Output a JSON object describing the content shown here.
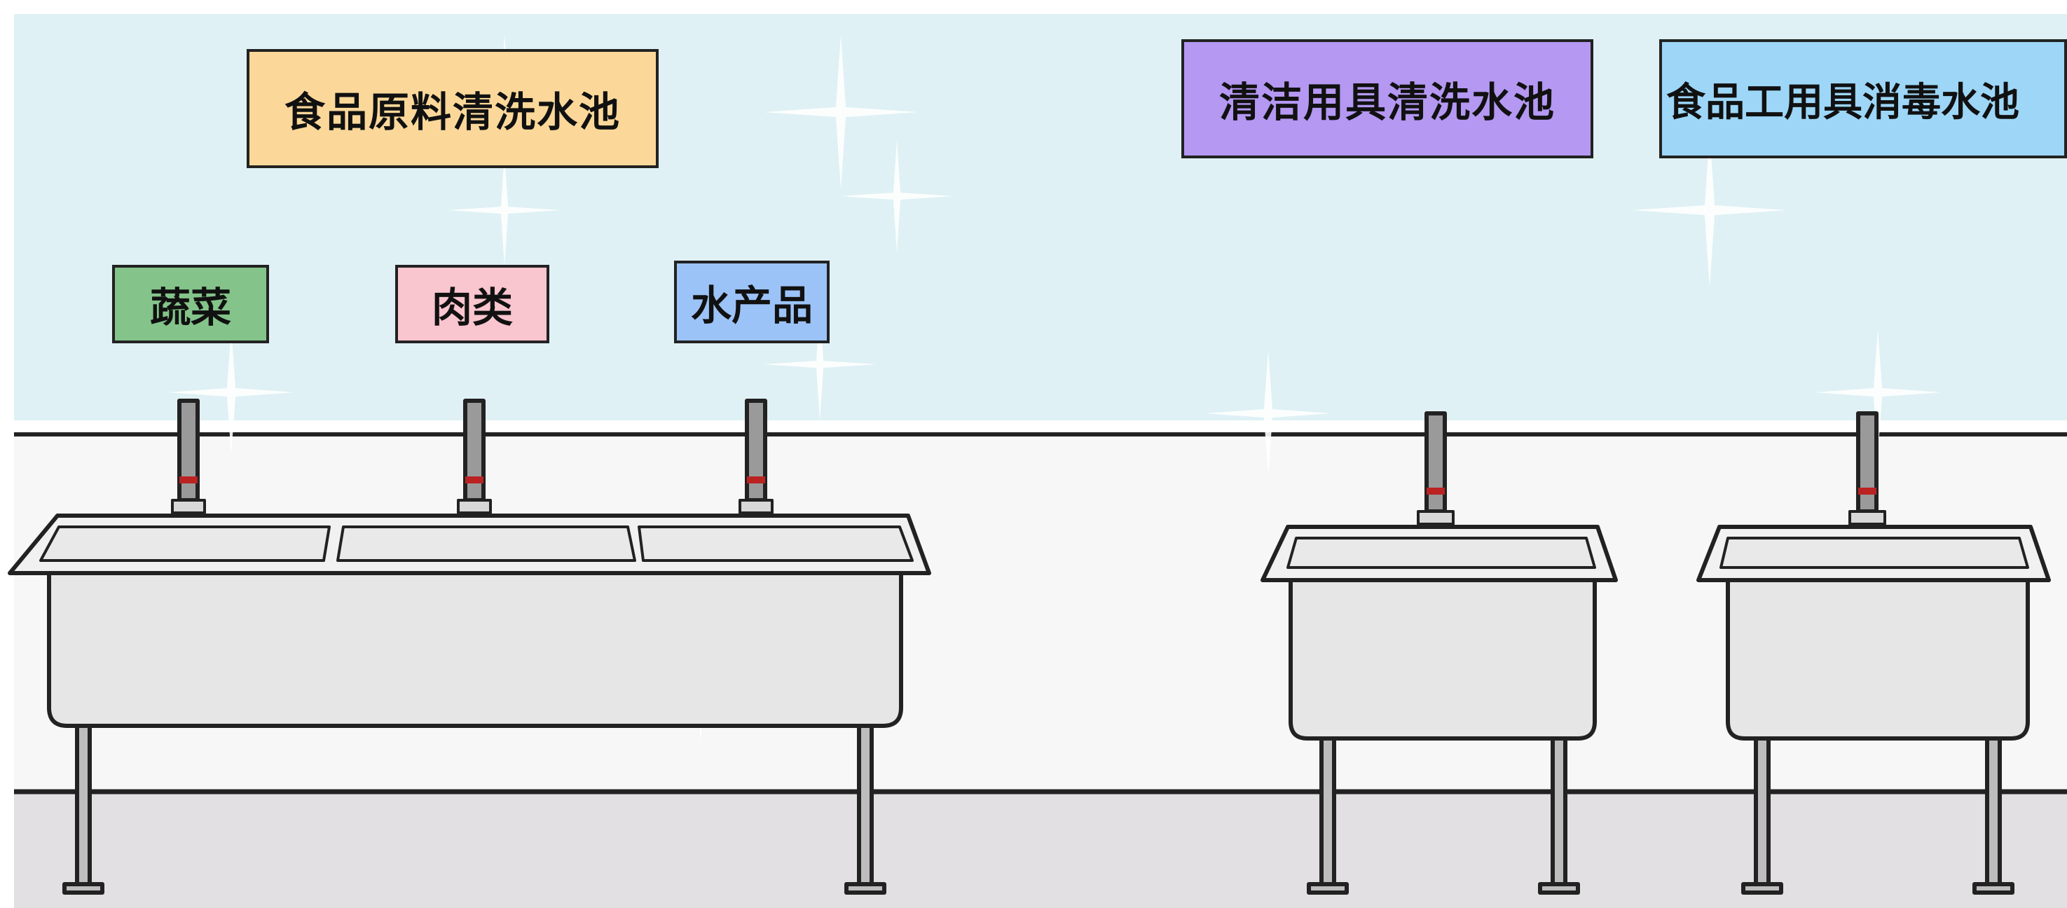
{
  "labels": {
    "raw_material_sink": "食品原料清洗水池",
    "cleaning_tools_sink": "清洁用具清洗水池",
    "tool_disinfection_sink": "食品工用具消毒水池",
    "vegetables": "蔬菜",
    "meat": "肉类",
    "aquatic_products": "水产品"
  },
  "colors": {
    "wall": "#dff1f5",
    "floor": "#e2e0e2",
    "raw_material_label": "#fbd89a",
    "cleaning_tools_label": "#b498f2",
    "disinfection_label": "#9dd6f7",
    "vegetables_label": "#84c48a",
    "meat_label": "#f9c5ce",
    "aquatic_label": "#9cc3f7",
    "sink_body": "#e6e6e6",
    "outline": "#222222"
  }
}
